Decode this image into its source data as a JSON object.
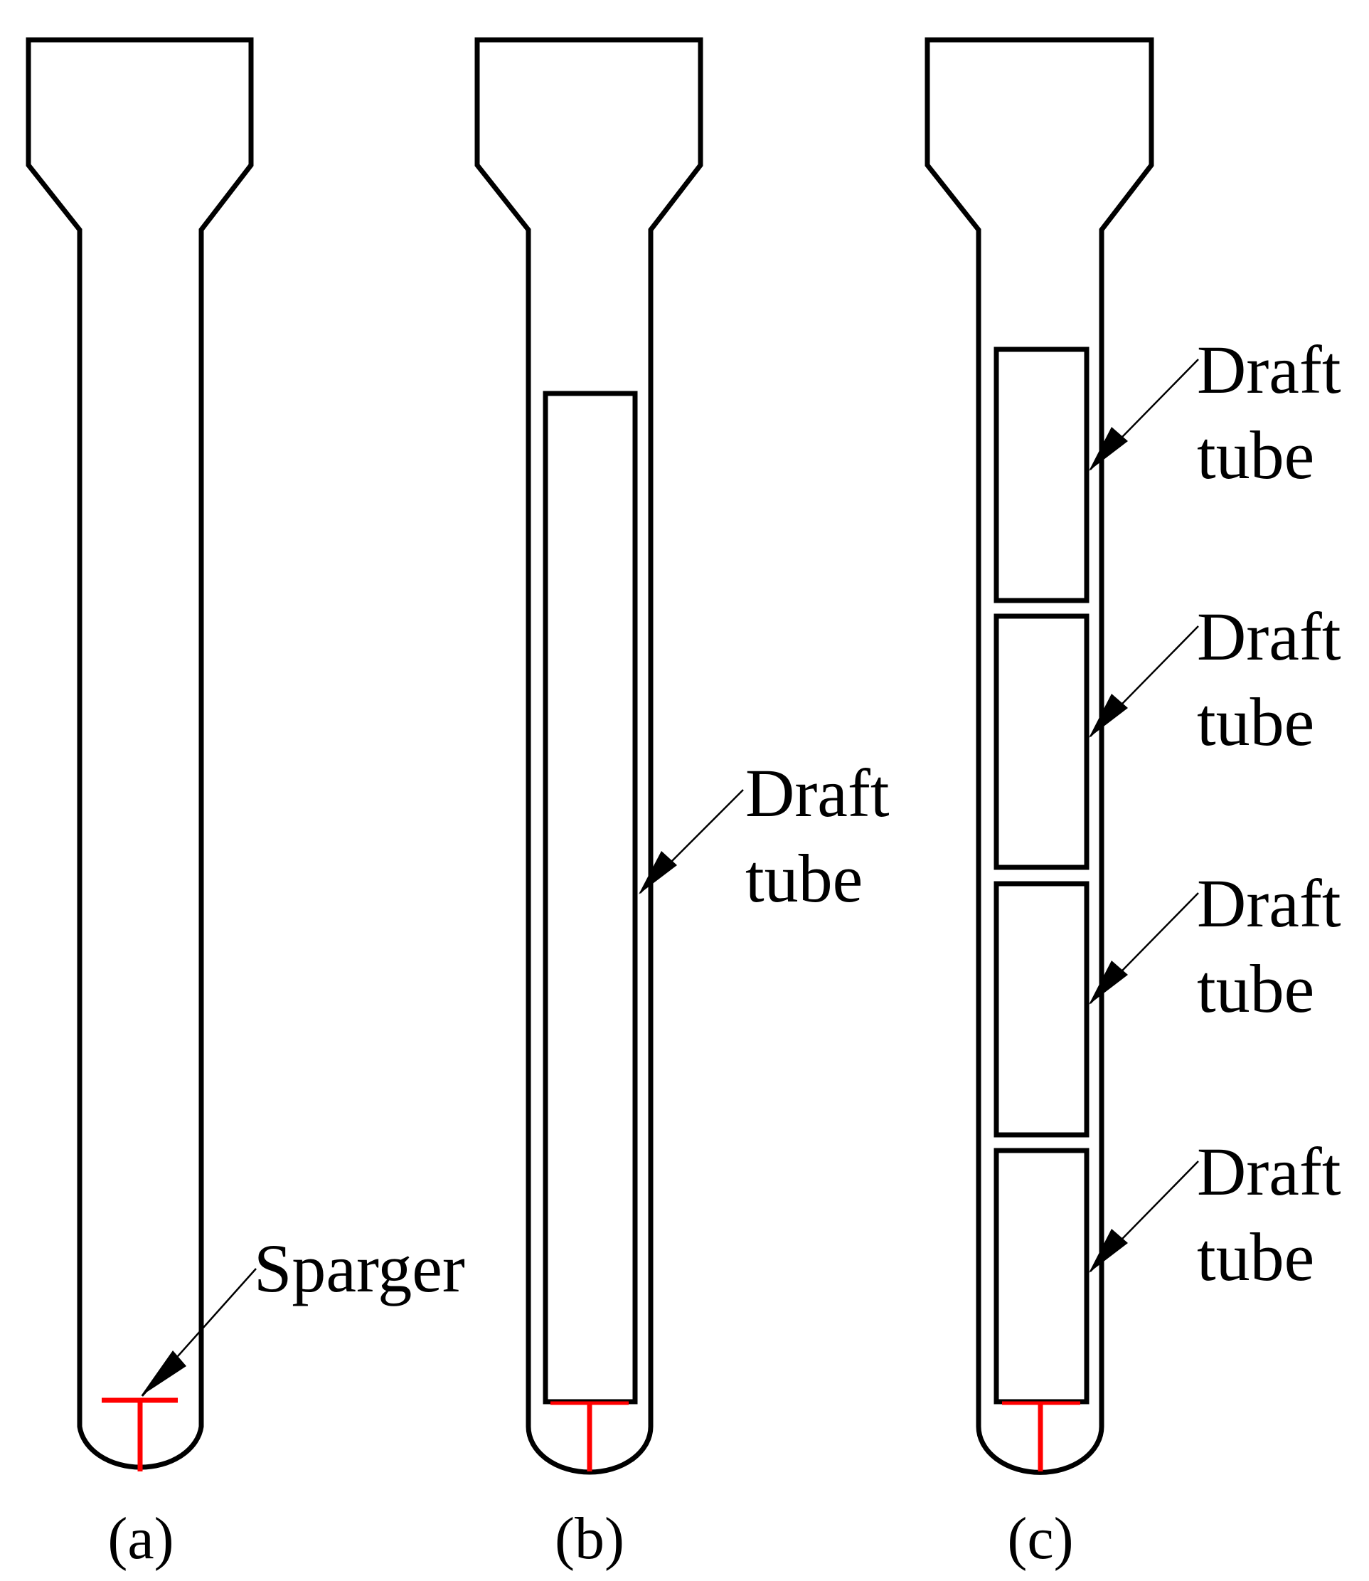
{
  "colors": {
    "outline": "#000000",
    "sparger": "#ff0000",
    "background": "#ffffff"
  },
  "labels": {
    "sparger": "Sparger",
    "draft_line1": "Draft",
    "draft_line2": "tube"
  },
  "panels": [
    {
      "caption": "(a)",
      "draft_tubes": 0
    },
    {
      "caption": "(b)",
      "draft_tubes": 1
    },
    {
      "caption": "(c)",
      "draft_tubes": 4
    }
  ]
}
